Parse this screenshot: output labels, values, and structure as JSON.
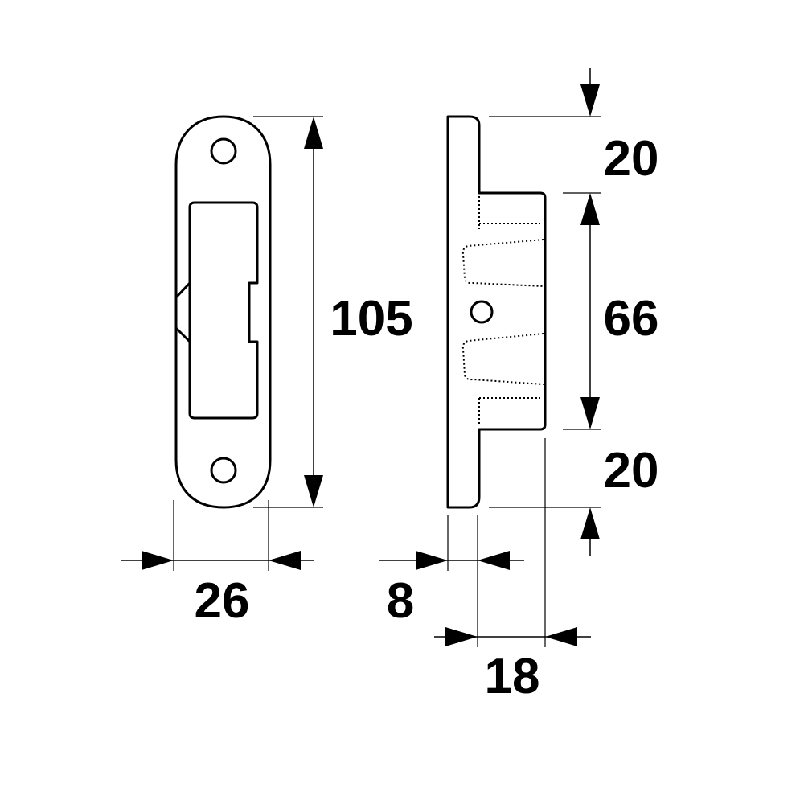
{
  "dimensions": {
    "plate_height": "105",
    "plate_width": "26",
    "plate_thickness": "8",
    "box_depth": "18",
    "top_offset": "20",
    "box_height": "66",
    "bottom_offset": "20"
  }
}
